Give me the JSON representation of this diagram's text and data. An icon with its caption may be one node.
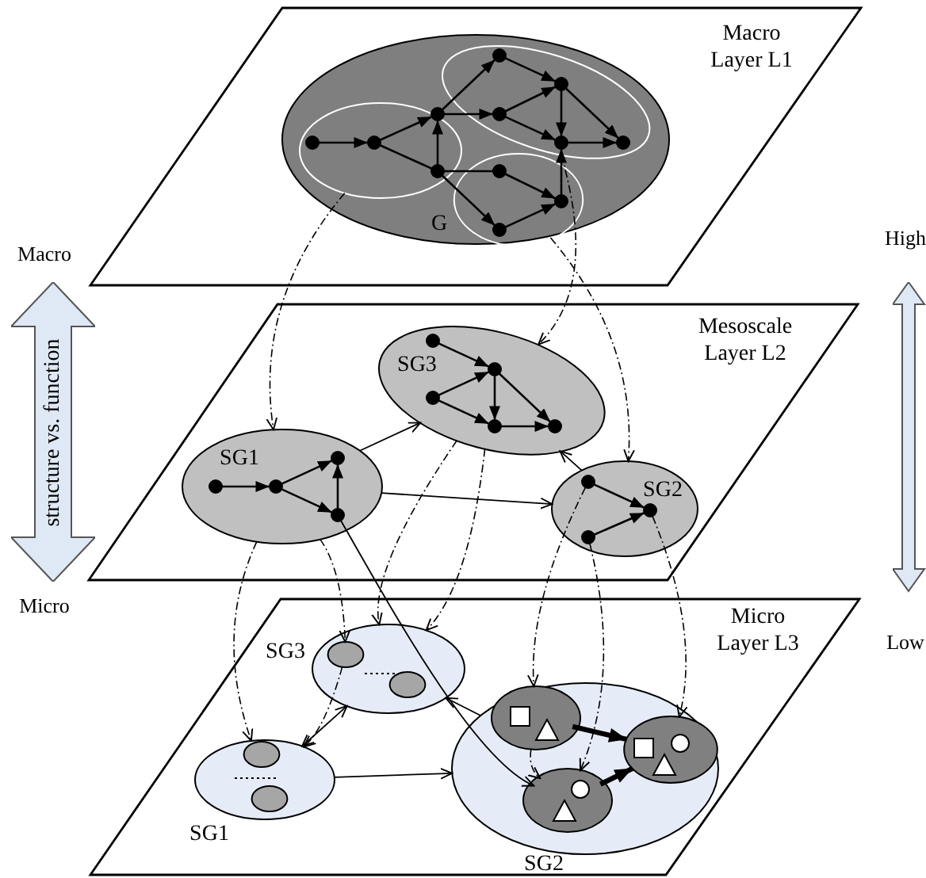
{
  "diagram": {
    "nodes": [
      {
        "text": [
          "Macro Layer L1"
        ]
      },
      {
        "text": [
          "G"
        ],
        "in": 0
      },
      {
        "text": [],
        "shape": "ellipse",
        "in": 1
      },
      {
        "text": [],
        "shape": "ellipse",
        "in": 1
      },
      {
        "text": [],
        "shape": "ellipse",
        "in": 1
      },
      {
        "text": [],
        "shape": "circle",
        "in": 2
      },
      {
        "text": [],
        "shape": "circle",
        "in": 2
      },
      {
        "text": [],
        "shape": "circle",
        "in": 1
      },
      {
        "text": [],
        "shape": "circle",
        "in": 2
      },
      {
        "text": [],
        "shape": "circle",
        "in": 3
      },
      {
        "text": [],
        "shape": "circle",
        "in": 3
      },
      {
        "text": [],
        "shape": "circle",
        "in": 3
      },
      {
        "text": [],
        "shape": "circle",
        "in": 3
      },
      {
        "text": [],
        "shape": "circle",
        "in": 3
      },
      {
        "text": [],
        "shape": "circle",
        "in": 4
      },
      {
        "text": [],
        "shape": "circle",
        "in": 4
      },
      {
        "text": [],
        "shape": "circle",
        "in": 4
      },
      {
        "text": [
          "Mesoscale Layer L2"
        ]
      },
      {
        "text": [
          "SG1"
        ],
        "in": 17
      },
      {
        "text": [
          "SG3"
        ],
        "in": 17
      },
      {
        "text": [
          "SG2"
        ],
        "in": 17
      },
      {
        "text": [],
        "shape": "circle",
        "in": 18
      },
      {
        "text": [],
        "shape": "circle",
        "in": 18
      },
      {
        "text": [],
        "shape": "circle",
        "in": 18
      },
      {
        "text": [],
        "shape": "circle",
        "in": 18
      },
      {
        "text": [],
        "shape": "circle",
        "in": 19
      },
      {
        "text": [],
        "shape": "circle",
        "in": 19
      },
      {
        "text": [],
        "shape": "circle",
        "in": 19
      },
      {
        "text": [],
        "shape": "circle",
        "in": 19
      },
      {
        "text": [],
        "shape": "circle",
        "in": 19
      },
      {
        "text": [],
        "shape": "circle",
        "in": 20
      },
      {
        "text": [],
        "shape": "circle",
        "in": 20
      },
      {
        "text": [],
        "shape": "circle",
        "in": 20
      },
      {
        "text": [
          "Micro Layer L3"
        ]
      },
      {
        "text": [
          "SG3"
        ],
        "in": 33
      },
      {
        "text": [
          "SG1"
        ],
        "in": 33
      },
      {
        "text": [
          "SG2"
        ],
        "in": 33
      },
      {
        "text": [],
        "shape": "ellipse",
        "in": 34
      },
      {
        "text": [],
        "shape": "ellipse",
        "in": 34
      },
      {
        "text": [],
        "shape": "ellipse",
        "in": 35
      },
      {
        "text": [],
        "shape": "ellipse",
        "in": 35
      },
      {
        "text": [],
        "shape": "ellipse",
        "in": 36
      },
      {
        "text": [],
        "shape": "ellipse",
        "in": 36
      },
      {
        "text": [],
        "shape": "ellipse",
        "in": 36
      },
      {
        "text": [
          "structure vs. function"
        ],
        "beside": [
          "Macro",
          "Micro"
        ]
      }
    ],
    "edges": [
      {
        "from": 5,
        "to": 6,
        "arrow": "to"
      },
      {
        "from": 6,
        "to": 7,
        "arrow": "to"
      },
      {
        "from": 6,
        "to": 8,
        "arrow": "none"
      },
      {
        "from": 8,
        "to": 7,
        "arrow": "to"
      },
      {
        "from": 7,
        "to": 9,
        "arrow": "to"
      },
      {
        "from": 7,
        "to": 10,
        "arrow": "to"
      },
      {
        "from": 9,
        "to": 11,
        "arrow": "to"
      },
      {
        "from": 10,
        "to": 11,
        "arrow": "to"
      },
      {
        "from": 10,
        "to": 12,
        "arrow": "to"
      },
      {
        "from": 11,
        "to": 12,
        "arrow": "to"
      },
      {
        "from": 11,
        "to": 13,
        "arrow": "to"
      },
      {
        "from": 12,
        "to": 13,
        "arrow": "to"
      },
      {
        "from": 8,
        "to": 14,
        "arrow": "none"
      },
      {
        "from": 8,
        "to": 15,
        "arrow": "to"
      },
      {
        "from": 14,
        "to": 16,
        "arrow": "to"
      },
      {
        "from": 15,
        "to": 16,
        "arrow": "to"
      },
      {
        "from": 16,
        "to": 12,
        "arrow": "to"
      },
      {
        "from": 21,
        "to": 22,
        "arrow": "to"
      },
      {
        "from": 22,
        "to": 23,
        "arrow": "to"
      },
      {
        "from": 22,
        "to": 24,
        "arrow": "to"
      },
      {
        "from": 24,
        "to": 23,
        "arrow": "to"
      },
      {
        "from": 25,
        "to": 26,
        "arrow": "to"
      },
      {
        "from": 27,
        "to": 26,
        "arrow": "to"
      },
      {
        "from": 26,
        "to": 28,
        "arrow": "to"
      },
      {
        "from": 26,
        "to": 29,
        "arrow": "to"
      },
      {
        "from": 27,
        "to": 28,
        "arrow": "to"
      },
      {
        "from": 28,
        "to": 29,
        "arrow": "to"
      },
      {
        "from": 30,
        "to": 31,
        "arrow": "to"
      },
      {
        "from": 32,
        "to": 31,
        "arrow": "to"
      },
      {
        "from": 18,
        "to": 19,
        "arrow": "to"
      },
      {
        "from": 18,
        "to": 20,
        "arrow": "to"
      },
      {
        "from": 20,
        "to": 19,
        "arrow": "to"
      },
      {
        "from": 35,
        "to": 34,
        "arrow": "both"
      },
      {
        "from": 35,
        "to": 36,
        "arrow": "to"
      },
      {
        "from": 36,
        "to": 34,
        "arrow": "to"
      },
      {
        "from": 41,
        "to": 43,
        "arrow": "to",
        "style": "thick"
      },
      {
        "from": 42,
        "to": 43,
        "arrow": "to",
        "style": "thick"
      },
      {
        "from": 24,
        "to": 42,
        "arrow": "to"
      },
      {
        "from": 2,
        "to": 18,
        "arrow": "to",
        "style": "dashed"
      },
      {
        "from": 3,
        "to": 19,
        "arrow": "to",
        "style": "dashed"
      },
      {
        "from": 4,
        "to": 20,
        "arrow": "to",
        "style": "dashed"
      },
      {
        "from": 18,
        "to": 35,
        "arrow": "to",
        "style": "dashed"
      },
      {
        "from": 18,
        "to": 37,
        "arrow": "to",
        "style": "dashed"
      },
      {
        "from": 37,
        "to": 35,
        "arrow": "to",
        "style": "dashed"
      },
      {
        "from": 19,
        "to": 34,
        "arrow": "to",
        "style": "dashed"
      },
      {
        "from": 19,
        "to": 34,
        "arrow": "to",
        "style": "dashed"
      },
      {
        "from": 30,
        "to": 41,
        "arrow": "to",
        "style": "dashed"
      },
      {
        "from": 32,
        "to": 42,
        "arrow": "to",
        "style": "dashed"
      },
      {
        "from": 31,
        "to": 43,
        "arrow": "to",
        "style": "dashed"
      },
      {
        "from": 41,
        "to": 42,
        "arrow": "to",
        "style": "dashed"
      }
    ],
    "labels": [
      "High",
      "Low"
    ]
  }
}
